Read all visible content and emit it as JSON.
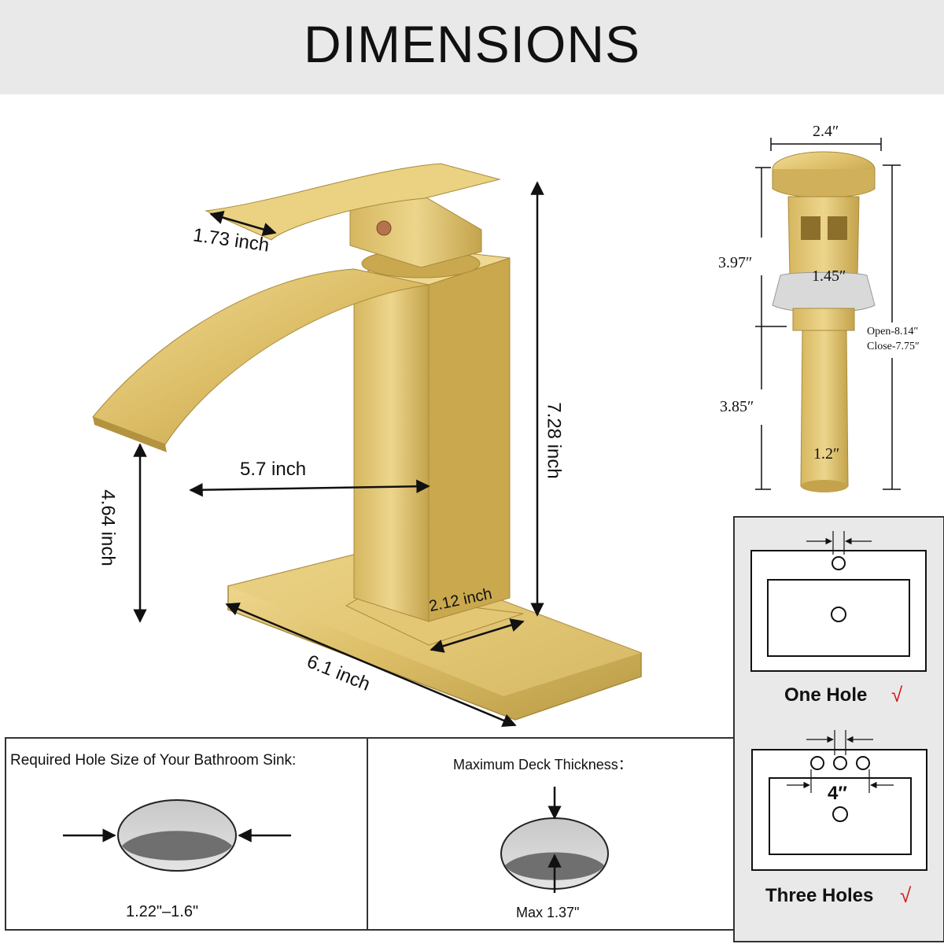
{
  "header": {
    "title": "DIMENSIONS"
  },
  "faucet": {
    "handle_width": "1.73 inch",
    "spout_reach": "5.7 inch",
    "spout_height": "4.64 inch",
    "total_height": "7.28 inch",
    "base_width": "2.12 inch",
    "deck_plate_length": "6.1 inch"
  },
  "drain": {
    "cap_diameter": "2.4″",
    "upper_height": "3.97″",
    "lower_height": "3.85″",
    "body_diameter": "1.45″",
    "tail_diameter": "1.2″",
    "open_length": "Open-8.14″",
    "close_length": "Close-7.75″"
  },
  "sinks": {
    "one_hole_label": "One Hole",
    "three_holes_label": "Three Holes",
    "spacing": "4″",
    "check_mark": "√"
  },
  "hole_size": {
    "heading": "Required Hole Size of Your Bathroom Sink:",
    "value": "1.22\"–1.6\""
  },
  "deck": {
    "heading": "Maximum Deck Thickness：",
    "value": "Max 1.37\""
  },
  "colors": {
    "gold_light": "#e8cf7e",
    "gold_mid": "#d6b35a",
    "gold_dark": "#b08f3a",
    "header_bg": "#e9e9e9",
    "check_red": "#d11a1a"
  }
}
